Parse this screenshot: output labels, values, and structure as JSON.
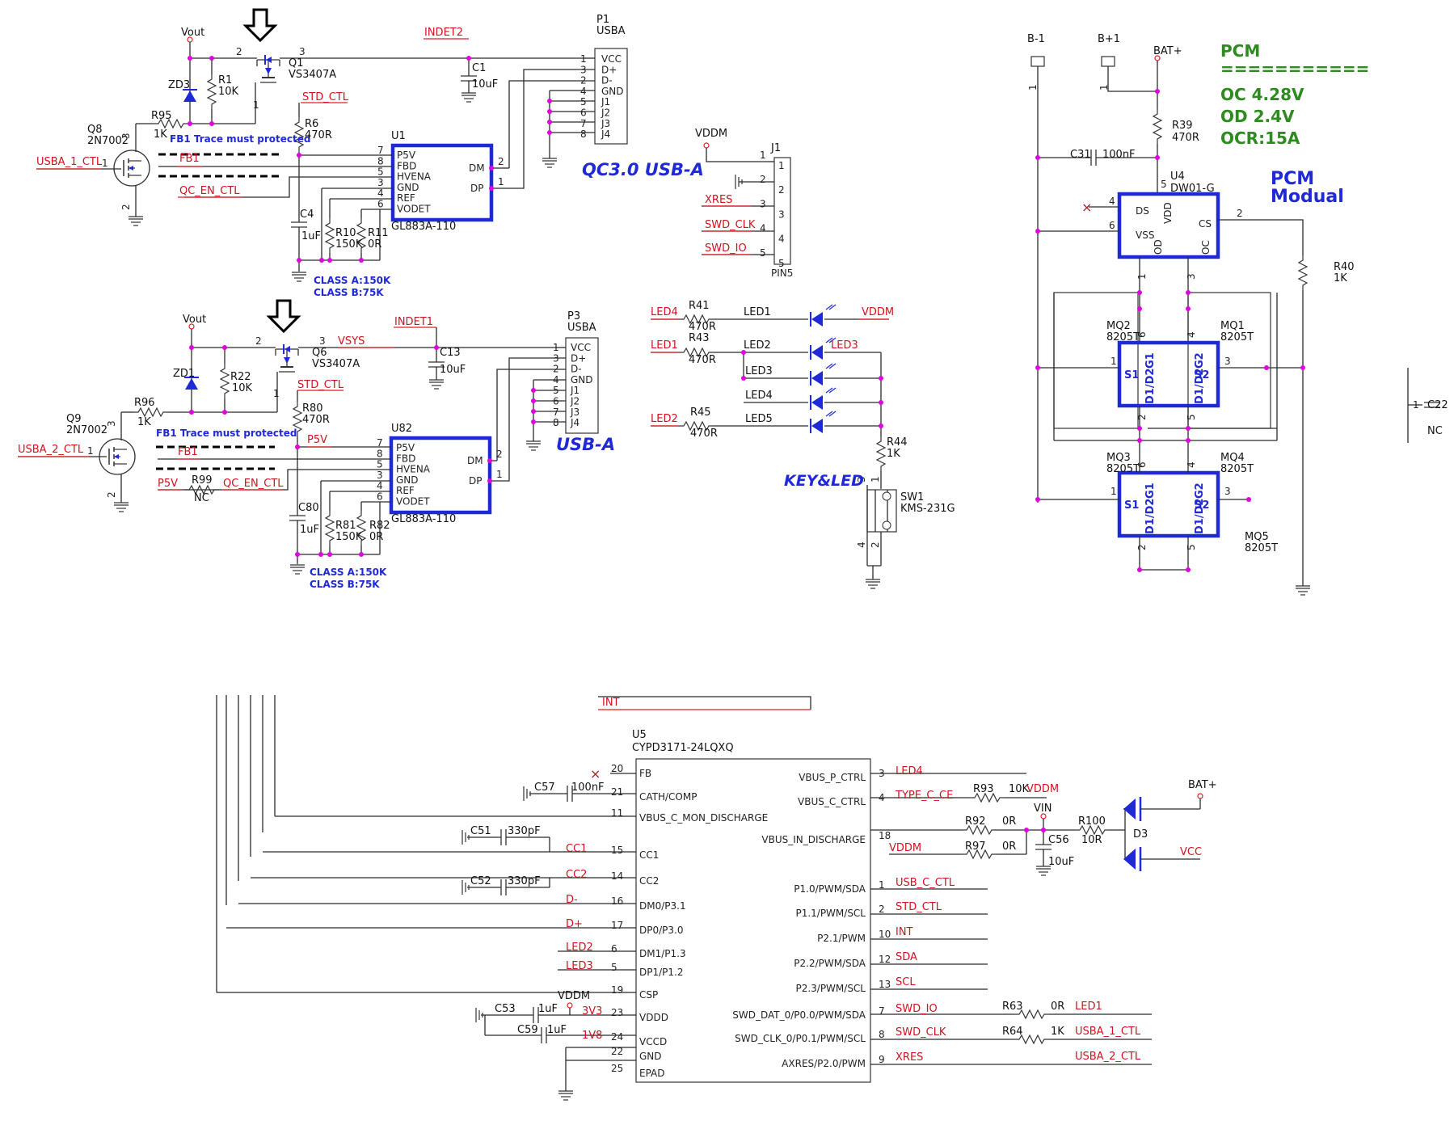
{
  "usb1": {
    "conn_ref": "P1",
    "conn_name": "USBA",
    "conn_pins": [
      "VCC",
      "D+",
      "D-",
      "GND",
      "J1",
      "J2",
      "J3",
      "J4"
    ],
    "conn_nums": [
      "1",
      "3",
      "2",
      "4",
      "5",
      "6",
      "7",
      "8"
    ],
    "ic_ref": "U1",
    "ic_part": "GL883A-110",
    "ic_left": [
      "P5V",
      "FBD",
      "HVENA",
      "GND",
      "REF",
      "VODET"
    ],
    "ic_left_nums": [
      "7",
      "8",
      "5",
      "3",
      "4",
      "6"
    ],
    "ic_dm": "DM",
    "ic_dp": "DP",
    "dm_num": "2",
    "dp_num": "1",
    "title": "QC3.0 USB-A",
    "q_ref": "Q1",
    "q_part": "VS3407A",
    "q_pin2": "2",
    "q_pin3": "3",
    "q_pin1": "1",
    "vout": "Vout",
    "zd": "ZD3",
    "r1": "R1",
    "r1v": "10K",
    "r95": "R95",
    "r95v": "1K",
    "q8": "Q8",
    "q8p": "2N7002",
    "q8_pin1": "1",
    "q8_pin2": "2",
    "q8_pin3": "3",
    "ctl": "USBA_1_CTL",
    "indet": "INDET2",
    "c1": "C1",
    "c1v": "10uF",
    "std": "STD_CTL",
    "r6": "R6",
    "r6v": "470R",
    "fb_note": "FB1 Trace must protected",
    "fb1": "FB1",
    "qc_en": "QC_EN_CTL",
    "c4": "C4",
    "c4v": "1uF",
    "r10": "R10",
    "r10v": "150K",
    "r11": "R11",
    "r11v": "0R",
    "class_a": "CLASS A:150K",
    "class_b": "CLASS B:75K"
  },
  "usb2": {
    "conn_ref": "P3",
    "conn_name": "USBA",
    "conn_pins": [
      "VCC",
      "D+",
      "D-",
      "GND",
      "J1",
      "J2",
      "J3",
      "J4"
    ],
    "conn_nums": [
      "1",
      "3",
      "2",
      "4",
      "5",
      "6",
      "7",
      "8"
    ],
    "ic_ref": "U82",
    "ic_part": "GL883A-110",
    "ic_left": [
      "P5V",
      "FBD",
      "HVENA",
      "GND",
      "REF",
      "VODET"
    ],
    "ic_left_nums": [
      "7",
      "8",
      "5",
      "3",
      "4",
      "6"
    ],
    "ic_dm": "DM",
    "ic_dp": "DP",
    "dm_num": "2",
    "dp_num": "1",
    "title": "USB-A",
    "q_ref": "Q6",
    "q_part": "VS3407A",
    "q_pin2": "2",
    "q_pin3": "3",
    "q_pin1": "1",
    "vout": "Vout",
    "zd": "ZD1",
    "r22": "R22",
    "r22v": "10K",
    "r96": "R96",
    "r96v": "1K",
    "q9": "Q9",
    "q9p": "2N7002",
    "q9_pin1": "1",
    "q9_pin2": "2",
    "q9_pin3": "3",
    "ctl": "USBA_2_CTL",
    "indet": "INDET1",
    "vsys": "VSYS",
    "c13": "C13",
    "c13v": "10uF",
    "std": "STD_CTL",
    "r80": "R80",
    "r80v": "470R",
    "p5v": "P5V",
    "fb_note": "FB1 Trace must protected",
    "fb1": "FB1",
    "p5v2": "P5V",
    "r99": "R99",
    "r99v": "NC",
    "qc_en": "QC_EN_CTL",
    "c80": "C80",
    "c80v": "1uF",
    "r81": "R81",
    "r81v": "150K",
    "r82": "R82",
    "r82v": "0R",
    "class_a": "CLASS A:150K",
    "class_b": "CLASS B:75K"
  },
  "j1": {
    "vddm": "VDDM",
    "ref": "J1",
    "part": "PIN5",
    "nets": [
      "XRES",
      "SWD_CLK",
      "SWD_IO"
    ],
    "pins": [
      "1",
      "2",
      "3",
      "4",
      "5"
    ]
  },
  "keyled": {
    "title": "KEY&LED",
    "led4": "LED4",
    "r41": "R41",
    "r41v": "470R",
    "led1": "LED1",
    "vddm": "VDDM",
    "led1n": "LED1",
    "r43": "R43",
    "r43v": "470R",
    "led2": "LED2",
    "led3top": "LED3",
    "led3": "LED3",
    "led4n": "LED4",
    "led2n": "LED2",
    "r45": "R45",
    "r45v": "470R",
    "led5": "LED5",
    "r44": "R44",
    "r44v": "1K",
    "sw": "SW1",
    "swp": "KMS-231G",
    "sw_pins": [
      "3",
      "1",
      "4",
      "2"
    ]
  },
  "pcm": {
    "b_minus": "B-1",
    "b_plus": "B+1",
    "bat": "BAT+",
    "title": "PCM",
    "sep": "===========",
    "oc": "OC 4.28V",
    "od": "OD 2.4V",
    "ocr": "OCR:15A",
    "modual": [
      "PCM",
      "Modual"
    ],
    "r39": "R39",
    "r39v": "470R",
    "c31": "C31",
    "c31v": "100nF",
    "u4": "U4",
    "u4p": "DW01-G",
    "u4_pins": {
      "ds": "DS",
      "vss": "VSS",
      "vdd": "VDD",
      "cs": "CS",
      "od": "OD",
      "oc": "OC"
    },
    "u4_nums": {
      "ds": "4",
      "vss": "6",
      "vdd": "5",
      "cs": "2",
      "od": "1",
      "oc": "3"
    },
    "r40": "R40",
    "r40v": "1K",
    "mq2": "MQ2",
    "mq1": "MQ1",
    "mq3": "MQ3",
    "mq4": "MQ4",
    "mq5": "MQ5",
    "part": "8205T",
    "mos_labels": [
      "S1",
      "D1/D2",
      "G1",
      "G2",
      "D1/D2",
      "S2"
    ],
    "mos_nums": [
      "1",
      "6",
      "4",
      "3",
      "2",
      "5"
    ],
    "b_pin": "1",
    "c22": "C22",
    "c22v": "NC",
    "c22_pin": "1"
  },
  "u5": {
    "ref": "U5",
    "part": "CYPD3171-24LQXQ",
    "left": [
      {
        "n": "20",
        "p": "FB",
        "net": ""
      },
      {
        "n": "21",
        "p": "CATH/COMP",
        "net": ""
      },
      {
        "n": "11",
        "p": "VBUS_C_MON_DISCHARGE",
        "net": ""
      },
      {
        "n": "15",
        "p": "CC1",
        "net": "CC1"
      },
      {
        "n": "14",
        "p": "CC2",
        "net": "CC2"
      },
      {
        "n": "16",
        "p": "DM0/P3.1",
        "net": "D-"
      },
      {
        "n": "17",
        "p": "DP0/P3.0",
        "net": "D+"
      },
      {
        "n": "6",
        "p": "DM1/P1.3",
        "net": "LED2"
      },
      {
        "n": "5",
        "p": "DP1/P1.2",
        "net": "LED3"
      },
      {
        "n": "19",
        "p": "CSP",
        "net": ""
      },
      {
        "n": "23",
        "p": "VDDD",
        "net": "3V3"
      },
      {
        "n": "24",
        "p": "VCCD",
        "net": "1V8"
      },
      {
        "n": "22",
        "p": "GND",
        "net": ""
      },
      {
        "n": "25",
        "p": "EPAD",
        "net": ""
      }
    ],
    "right": [
      {
        "n": "3",
        "p": "VBUS_P_CTRL",
        "net": "LED4"
      },
      {
        "n": "4",
        "p": "VBUS_C_CTRL",
        "net": "TYPE_C_CE"
      },
      {
        "n": "18",
        "p": "VBUS_IN_DISCHARGE",
        "net": ""
      },
      {
        "n": "1",
        "p": "P1.0/PWM/SDA",
        "net": "USB_C_CTL"
      },
      {
        "n": "2",
        "p": "P1.1/PWM/SCL",
        "net": "STD_CTL"
      },
      {
        "n": "10",
        "p": "P2.1/PWM",
        "net": "INT"
      },
      {
        "n": "12",
        "p": "P2.2/PWM/SDA",
        "net": "SDA"
      },
      {
        "n": "13",
        "p": "P2.3/PWM/SCL",
        "net": "SCL"
      },
      {
        "n": "7",
        "p": "SWD_DAT_0/P0.0/PWM/SDA",
        "net": "SWD_IO"
      },
      {
        "n": "8",
        "p": "SWD_CLK_0/P0.1/PWM/SCL",
        "net": "SWD_CLK"
      },
      {
        "n": "9",
        "p": "AXRES/P2.0/PWM",
        "net": "XRES"
      }
    ],
    "int": "INT",
    "c57": "C57",
    "c57v": "100nF",
    "c51": "C51",
    "c51v": "330pF",
    "c52": "C52",
    "c52v": "330pF",
    "c53": "C53",
    "c53v": "1uF",
    "c59": "C59",
    "c59v": "1uF",
    "vddm": "VDDM",
    "r93": "R93",
    "r93v": "10K",
    "vddm2": "VDDM",
    "r92": "R92",
    "r92v": "0R",
    "vin": "VIN",
    "r100": "R100",
    "r100v": "10R",
    "vddm3": "VDDM",
    "r97": "R97",
    "r97v": "0R",
    "c56": "C56",
    "c56v": "10uF",
    "bat": "BAT+",
    "d3": "D3",
    "vcc": "VCC",
    "r63": "R63",
    "r63v": "0R",
    "led1": "LED1",
    "r64": "R64",
    "r64v": "1K",
    "usba1": "USBA_1_CTL",
    "usba2": "USBA_2_CTL"
  }
}
